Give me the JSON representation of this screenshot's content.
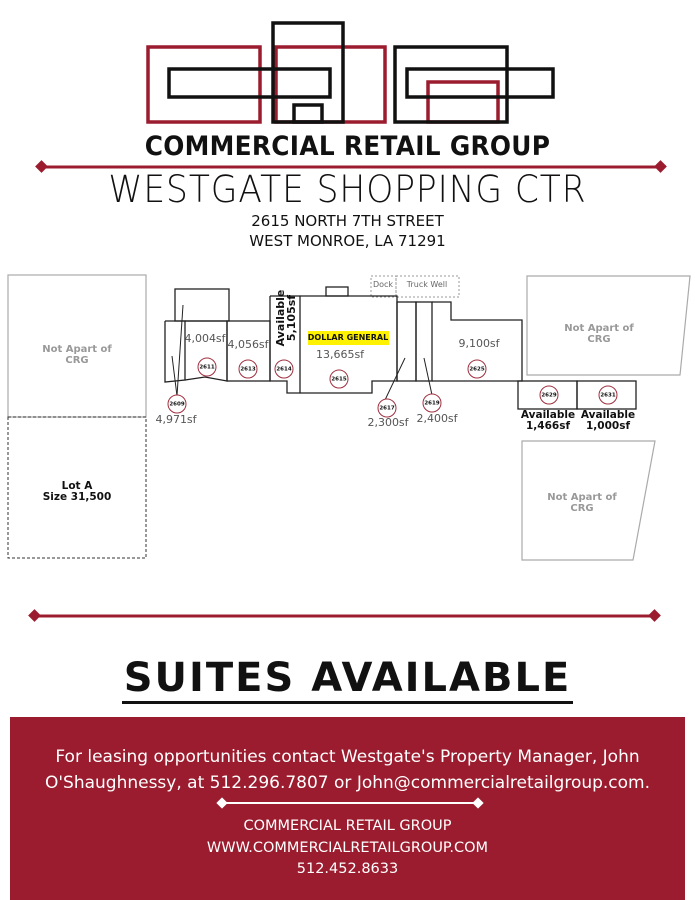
{
  "logo": {
    "brand_name": "COMMERCIAL RETAIL GROUP"
  },
  "header": {
    "title": "WESTGATE SHOPPING CTR",
    "address_line1": "2615 NORTH 7TH STREET",
    "address_line2": "WEST MONROE, LA 71291"
  },
  "site_plan": {
    "not_crg_label_1": "Not Apart of",
    "not_crg_label_2": "CRG",
    "lot_a_line1": "Lot A",
    "lot_a_line2": "Size 31,500",
    "dock": "Dock",
    "truck_well": "Truck Well",
    "anchor_tenant": "DOLLAR GENERAL",
    "available": "Available",
    "units": {
      "u2609": {
        "number": "2609",
        "size": "4,971sf"
      },
      "u2611": {
        "number": "2611",
        "size": "4,004sf"
      },
      "u2613": {
        "number": "2613",
        "size": "4,056sf"
      },
      "u2614": {
        "number": "2614",
        "size": "5,105sf"
      },
      "u2615": {
        "number": "2615",
        "size": "13,665sf"
      },
      "u2617": {
        "number": "2617",
        "size": "2,300sf"
      },
      "u2619": {
        "number": "2619",
        "size": "2,400sf"
      },
      "u2625": {
        "number": "2625",
        "size": "9,100sf"
      },
      "u2629": {
        "number": "2629",
        "size": "1,466sf"
      },
      "u2631": {
        "number": "2631",
        "size": "1,000sf"
      }
    }
  },
  "headline": "SUITES AVAILABLE",
  "contact": {
    "line1": "For leasing opportunities contact Westgate's Property Manager, John",
    "line2": "O'Shaughnessy, at 512.296.7807 or John@commercialretailgroup.com.",
    "company": "COMMERCIAL RETAIL GROUP",
    "website": "WWW.COMMERCIALRETAILGROUP.COM",
    "phone": "512.452.8633"
  },
  "colors": {
    "brand_red": "#9b1c2e",
    "highlight": "#fff200"
  }
}
